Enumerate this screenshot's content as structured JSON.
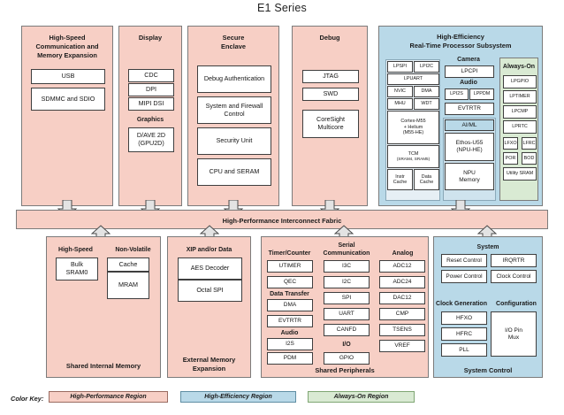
{
  "title": "E1 Series",
  "colors": {
    "high_performance": "#f7cfc5",
    "high_efficiency": "#b9d9e8",
    "always_on": "#d9ead3",
    "block_fill": "#ffffff",
    "outline": "#3f3f3f"
  },
  "top_blocks": {
    "comm": {
      "title_line1": "High-Speed",
      "title_line2": "Communication and",
      "title_line3": "Memory Expansion",
      "items": [
        "USB",
        "SDMMC and SDIO"
      ]
    },
    "display": {
      "title": "Display",
      "items": [
        "CDC",
        "DPI",
        "MIPI DSI"
      ],
      "graphics_title": "Graphics",
      "graphics_items": [
        "D/AVE 2D (GPU2D)"
      ]
    },
    "secure_enclave": {
      "title_line1": "Secure",
      "title_line2": "Enclave",
      "items": [
        "Debug Authentication",
        "System and Firewall Control",
        "Security Unit",
        "CPU and SERAM"
      ]
    },
    "debug": {
      "title": "Debug",
      "items": [
        "JTAG",
        "SWD",
        "CoreSight Multicore"
      ]
    },
    "rtss": {
      "title_line1": "High-Efficiency",
      "title_line2": "Real-Time Processor Subsystem",
      "core_column": [
        "LPSPI",
        "LPI2C",
        "LPUART",
        "NVIC",
        "DMA",
        "MHU",
        "WDT",
        "Cortex-M55 + Helium (M55-HE)",
        "TCM",
        "(SRAM4, SRAM5)",
        "Instr Cache",
        "Data Cache"
      ],
      "core_cells": {
        "lpspi": "LPSPI",
        "lpi2c": "LPI2C",
        "lpuart": "LPUART",
        "nvic": "NVIC",
        "dma": "DMA",
        "mhu": "MHU",
        "wdt": "WDT",
        "cortex_l1": "Cortex-M55",
        "cortex_l2": "+ Helium",
        "cortex_l3": "(M55-HE)",
        "tcm": "TCM",
        "tcm_sub": "(SRAM4, SRAM5)",
        "instr_cache_l1": "Instr",
        "instr_cache_l2": "Cache",
        "data_cache_l1": "Data",
        "data_cache_l2": "Cache"
      },
      "camera": {
        "title": "Camera",
        "items": [
          "LPCPI"
        ]
      },
      "audio": {
        "title": "Audio",
        "items": [
          "LPI2S",
          "LPPDM"
        ]
      },
      "evtrtr": "EVTRTR",
      "aiml": {
        "title": "AI/ML",
        "ethos_l1": "Ethos-U55",
        "ethos_l2": "(NPU-HE)",
        "npu_l1": "NPU",
        "npu_l2": "Memory"
      },
      "always_on": {
        "title": "Always-On",
        "items": [
          "LPGPIO",
          "LPTIMER",
          "LPCMP",
          "LPRTC"
        ],
        "pairs": [
          [
            "LFXO",
            "LFRC"
          ],
          [
            "POR",
            "BOD"
          ]
        ],
        "utility": "Utility SRAM"
      }
    }
  },
  "fabric": {
    "label": "High-Performance Interconnect Fabric"
  },
  "bottom_blocks": {
    "shared_internal_memory": {
      "footer": "Shared Internal Memory",
      "high_speed_title": "High-Speed",
      "non_volatile_title": "Non-Volatile",
      "bulk_l1": "Bulk",
      "bulk_l2": "SRAM0",
      "cache": "Cache",
      "mram": "MRAM"
    },
    "external_memory": {
      "title": "XIP and/or Data",
      "items": [
        "AES Decoder",
        "Octal SPI"
      ],
      "footer_l1": "External Memory",
      "footer_l2": "Expansion"
    },
    "shared_peripherals": {
      "footer": "Shared Peripherals",
      "col1": {
        "title": "Timer/Counter",
        "items": [
          "UTIMER",
          "QEC"
        ],
        "sub1_title": "Data Transfer",
        "sub1_items": [
          "DMA",
          "EVTRTR"
        ],
        "sub2_title": "Audio",
        "sub2_items": [
          "I2S",
          "PDM"
        ]
      },
      "col2": {
        "title_l1": "Serial",
        "title_l2": "Communication",
        "items": [
          "I3C",
          "I2C",
          "SPI",
          "UART",
          "CANFD"
        ],
        "sub_title": "I/O",
        "sub_items": [
          "GPIO"
        ]
      },
      "col3": {
        "title": "Analog",
        "items": [
          "ADC12",
          "ADC24",
          "DAC12",
          "CMP",
          "TSENS",
          "VREF"
        ]
      }
    },
    "system_control": {
      "system_title": "System",
      "system_items": [
        "Reset Control",
        "IRQRTR",
        "Power Control",
        "Clock Control"
      ],
      "clock_gen_title": "Clock Generation",
      "clock_gen_items": [
        "HFXO",
        "HFRC",
        "PLL"
      ],
      "config_title": "Configuration",
      "config_l1": "I/O Pin",
      "config_l2": "Mux",
      "footer": "System Control"
    }
  },
  "color_key": {
    "label": "Color Key:",
    "entries": [
      {
        "name": "High-Performance Region"
      },
      {
        "name": "High-Efficiency Region"
      },
      {
        "name": "Always-On Region"
      }
    ]
  }
}
